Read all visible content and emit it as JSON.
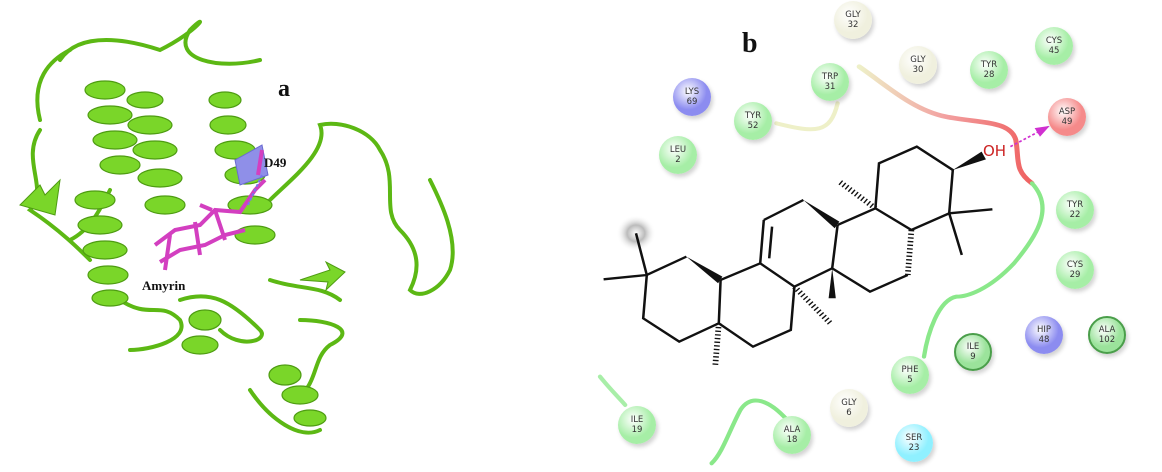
{
  "panel_a": {
    "label": "a",
    "residue_label": "D49",
    "ligand_label": "Amyrin"
  },
  "panel_b": {
    "label": "b",
    "hydroxyl_label": "OH",
    "residues": [
      {
        "name": "GLY",
        "num": "32",
        "type": "glycine"
      },
      {
        "name": "GLY",
        "num": "30",
        "type": "glycine"
      },
      {
        "name": "TYR",
        "num": "28",
        "type": "hydrophobic"
      },
      {
        "name": "CYS",
        "num": "45",
        "type": "hydrophobic"
      },
      {
        "name": "LYS",
        "num": "69",
        "type": "positive"
      },
      {
        "name": "TRP",
        "num": "31",
        "type": "hydrophobic"
      },
      {
        "name": "TYR",
        "num": "52",
        "type": "hydrophobic"
      },
      {
        "name": "LEU",
        "num": "2",
        "type": "hydrophobic"
      },
      {
        "name": "ASP",
        "num": "49",
        "type": "negative"
      },
      {
        "name": "TYR",
        "num": "22",
        "type": "hydrophobic"
      },
      {
        "name": "CYS",
        "num": "29",
        "type": "hydrophobic"
      },
      {
        "name": "HIP",
        "num": "48",
        "type": "positive"
      },
      {
        "name": "ALA",
        "num": "102",
        "type": "hydrophobic-dark"
      },
      {
        "name": "ILE",
        "num": "9",
        "type": "hydrophobic-dark"
      },
      {
        "name": "PHE",
        "num": "5",
        "type": "hydrophobic"
      },
      {
        "name": "GLY",
        "num": "6",
        "type": "glycine"
      },
      {
        "name": "SER",
        "num": "23",
        "type": "polar"
      },
      {
        "name": "ALA",
        "num": "18",
        "type": "hydrophobic"
      },
      {
        "name": "ILE",
        "num": "19",
        "type": "hydrophobic"
      }
    ]
  },
  "colors": {
    "hydrophobic": "#a6eea6",
    "hydrophobic-dark": "#9be39b",
    "glycine": "#f0f0de",
    "positive": "#8c8cf0",
    "negative": "#f58a8a",
    "polar": "#8ff0ff",
    "cartoon": "#6fcc1c",
    "ligand": "#d33fc0"
  }
}
